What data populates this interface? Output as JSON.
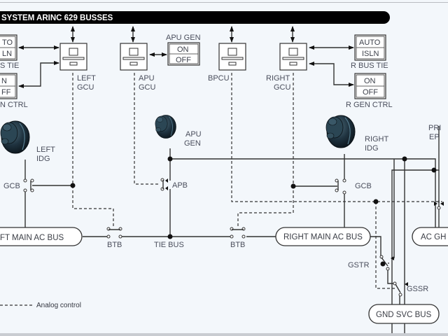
{
  "title": "SYSTEM ARINC 629 BUSSES",
  "controllers": {
    "left_gcu": [
      "LEFT",
      "GCU"
    ],
    "apu_gcu": [
      "APU",
      "GCU"
    ],
    "bpcu": [
      "BPCU"
    ],
    "right_gcu": [
      "RIGHT",
      "GCU"
    ]
  },
  "switches": {
    "l_bus_tie": {
      "label": "L BUS TIE",
      "visible_label": "S TIE",
      "top": "AUTO",
      "bottom": "ISLN",
      "visible_top": "TO",
      "visible_bottom": "LN"
    },
    "l_gen_ctrl": {
      "label": "L GEN CTRL",
      "visible_label": "N CTRL",
      "top": "ON",
      "bottom": "OFF",
      "visible_top": "N",
      "visible_bottom": "FF"
    },
    "apu_gen": {
      "label": "APU GEN",
      "top": "ON",
      "bottom": "OFF"
    },
    "r_bus_tie": {
      "label": "R BUS TIE",
      "top": "AUTO",
      "bottom": "ISLN"
    },
    "r_gen_ctrl": {
      "label": "R GEN CTRL",
      "top": "ON",
      "bottom": "OFF"
    }
  },
  "generators": {
    "left_idg": [
      "LEFT",
      "IDG"
    ],
    "apu_gen": [
      "APU",
      "GEN"
    ],
    "right_idg": [
      "RIGHT",
      "IDG"
    ]
  },
  "breakers": {
    "left_gcb": "GCB",
    "apb": "APB",
    "right_gcb": "GCB",
    "left_btb": "BTB",
    "right_btb": "BTB",
    "gstr": "GSTR",
    "gssr": "GSSR",
    "pri_ep": [
      "PRI",
      "EP"
    ]
  },
  "buses": {
    "left_main": "LEFT MAIN AC BUS",
    "left_main_visible": "FT MAIN AC BUS",
    "tie": "TIE BUS",
    "right_main": "RIGHT MAIN AC BUS",
    "ac_gh": "AC GH",
    "gnd_svc": "GND SVC BUS"
  },
  "legend": {
    "analog_control": "Analog control"
  },
  "colors": {
    "background": "#f3f7fb",
    "banner": "#000000",
    "generator": "#1f3340"
  }
}
